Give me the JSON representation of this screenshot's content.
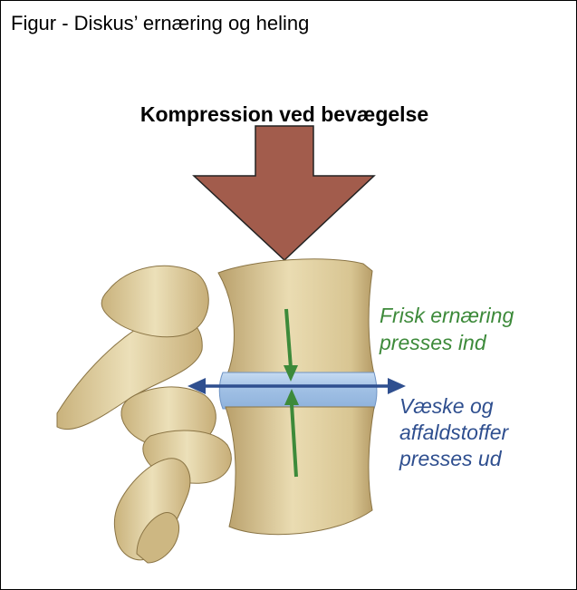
{
  "figure_title": "Figur - Diskus’ ernæring og heling",
  "compression_label": "Kompression ved bevægelse",
  "nutrition_label": [
    "Frisk ernæring",
    "presses ind"
  ],
  "waste_label": [
    "Væske og",
    "affaldstoffer",
    "presses ud"
  ],
  "colors": {
    "compression_arrow": "#a25c4c",
    "nutrition_arrows": "#3d8a3a",
    "waste_arrow": "#2f4f8f",
    "disc": "#a9c6e6",
    "bone": "#e3d4a6"
  },
  "icons": [
    "compression-arrow",
    "nutrition-arrow-down",
    "nutrition-arrow-up",
    "fluid-double-arrow"
  ]
}
